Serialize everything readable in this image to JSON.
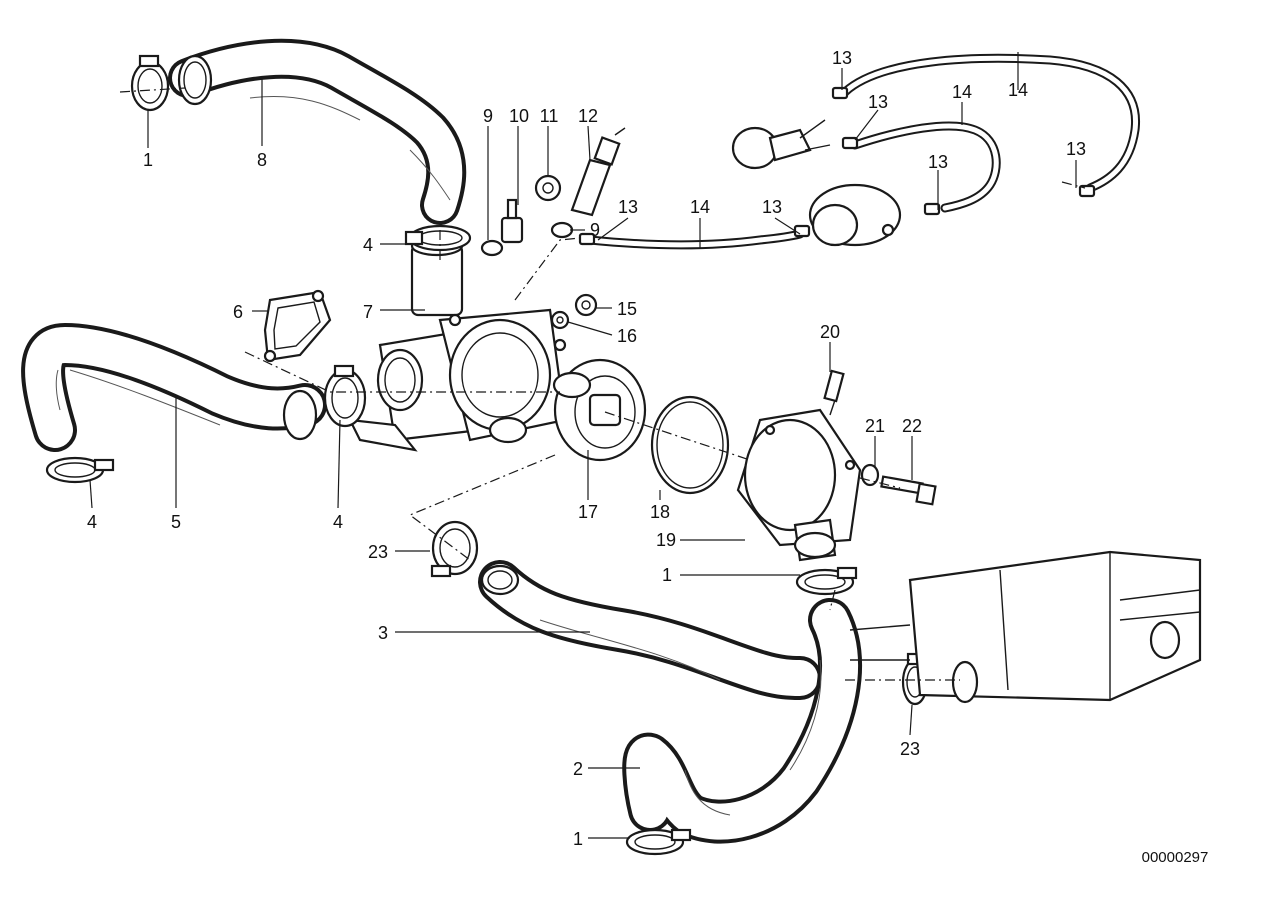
{
  "diagram": {
    "document_id": "00000297",
    "callouts": {
      "c1a": "1",
      "c8": "8",
      "c9a": "9",
      "c10": "10",
      "c11": "11",
      "c12": "12",
      "c13a": "13",
      "c13b": "13",
      "c14a": "14",
      "c14b": "14",
      "c13c": "13",
      "c13d": "13",
      "c13e": "13",
      "c14c": "14",
      "c13f": "13",
      "c9b": "9",
      "c4a": "4",
      "c6": "6",
      "c7": "7",
      "c15": "15",
      "c16": "16",
      "c20": "20",
      "c21": "21",
      "c22": "22",
      "c4b": "4",
      "c5": "5",
      "c4c": "4",
      "c17": "17",
      "c18": "18",
      "c19": "19",
      "c23a": "23",
      "c1b": "1",
      "c3": "3",
      "c23b": "23",
      "c2": "2",
      "c1c": "1"
    }
  }
}
